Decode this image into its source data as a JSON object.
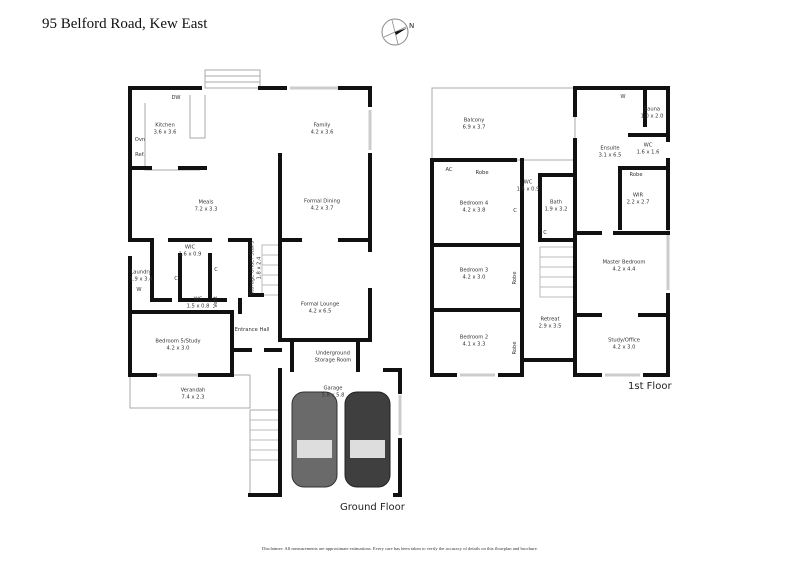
{
  "title": "95 Belford Road, Kew East",
  "compass": {
    "icon": "north-arrow-icon",
    "label": "N"
  },
  "ground_floor": {
    "label": "Ground Floor",
    "rooms": [
      {
        "name": "Kitchen",
        "dim": "3.6 x 3.6"
      },
      {
        "name": "Family",
        "dim": "4.2 x 3.6"
      },
      {
        "name": "Meals",
        "dim": "7.2 x 3.3"
      },
      {
        "name": "Formal Dining",
        "dim": "4.2 x 3.7"
      },
      {
        "name": "WIC",
        "dim": "1.6 x 0.9"
      },
      {
        "name": "Laundry",
        "dim": "1.9 x 3.4"
      },
      {
        "name": "WC",
        "dim": "1.5 x 0.8"
      },
      {
        "name": "Storage Under Stairs",
        "dim": "1.8 x 2.4"
      },
      {
        "name": "Formal Lounge",
        "dim": "4.2 x 6.5"
      },
      {
        "name": "Entrance Hall",
        "dim": ""
      },
      {
        "name": "Bedroom 5/Study",
        "dim": "4.2 x 3.0"
      },
      {
        "name": "Underground Storage Room",
        "dim": ""
      },
      {
        "name": "Garage",
        "dim": "5.8 x 5.8"
      },
      {
        "name": "Verandah",
        "dim": "7.4 x 2.3"
      }
    ],
    "fixtures": {
      "dw": "DW",
      "oven": "Ovn",
      "fridge": "Ref.",
      "washer": "W",
      "cupboard": "C",
      "vent": "Vent"
    }
  },
  "first_floor": {
    "label": "1st Floor",
    "rooms": [
      {
        "name": "Balcony",
        "dim": "6.9 x 3.7"
      },
      {
        "name": "Ensuite",
        "dim": "3.1 x 6.5"
      },
      {
        "name": "Sauna",
        "dim": "1.0 x 2.0"
      },
      {
        "name": "WC",
        "dim": "1.6 x 1.6"
      },
      {
        "name": "WIR",
        "dim": "2.2 x 2.7"
      },
      {
        "name": "Bedroom 4",
        "dim": "4.2 x 3.8"
      },
      {
        "name": "WC",
        "dim": "1.5 x 0.9"
      },
      {
        "name": "Bath",
        "dim": "1.9 x 3.2"
      },
      {
        "name": "Bedroom 3",
        "dim": "4.2 x 3.0"
      },
      {
        "name": "Master Bedroom",
        "dim": "4.2 x 4.4"
      },
      {
        "name": "Bedroom 2",
        "dim": "4.1 x 3.3"
      },
      {
        "name": "Retreat",
        "dim": "2.9 x 3.5"
      },
      {
        "name": "Study/Office",
        "dim": "4.2 x 3.0"
      }
    ],
    "fixtures": {
      "ac": "AC",
      "robe": "Robe",
      "cupboard": "C",
      "washer": "W"
    }
  },
  "disclaimer": "Disclaimer: All measurements are approximate estimations. Every care has been taken to verify the accuracy of details on this floorplan and brochure."
}
